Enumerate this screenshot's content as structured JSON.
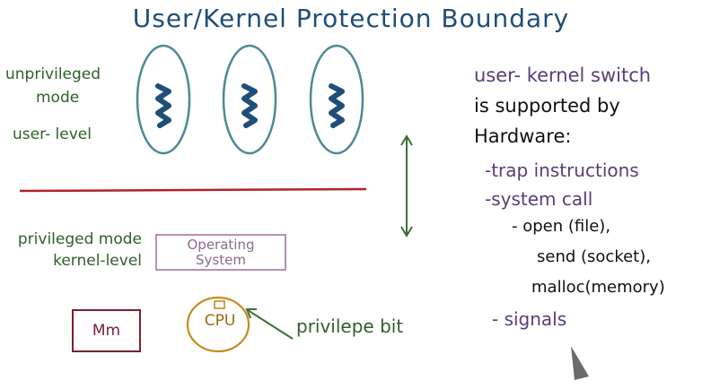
{
  "title": "User/Kernel Protection Boundary",
  "left_labels": {
    "unprivileged_line1": "unprivileged",
    "unprivileged_line2": "mode",
    "user_level": "user- level",
    "privileged_mode": "privileged mode",
    "kernel_level": "kernel-level"
  },
  "boxes": {
    "os_line1": "Operating",
    "os_line2": "System",
    "mm": "Mm",
    "cpu": "CPU"
  },
  "privilege_bit": "privilepe bit",
  "right_notes": {
    "heading": "user- kernel switch",
    "line2": "is supported by",
    "line3": "Hardware:",
    "bullets": [
      "-trap instructions",
      "-system call"
    ],
    "sub_items": [
      "- open (file),",
      "send (socket),",
      "malloc(memory)"
    ],
    "signals": "- signals"
  },
  "colors": {
    "title": "#1f4e79",
    "boundary_line": "#b0232a",
    "green_text": "#2f5f2a",
    "purple_text": "#5a3d78",
    "thread": "#1f4e79",
    "process_oval": "#4d8a94",
    "cpu_circle": "#c98a1c",
    "mm_box": "#7a2030",
    "os_box": "#b98fb3"
  }
}
